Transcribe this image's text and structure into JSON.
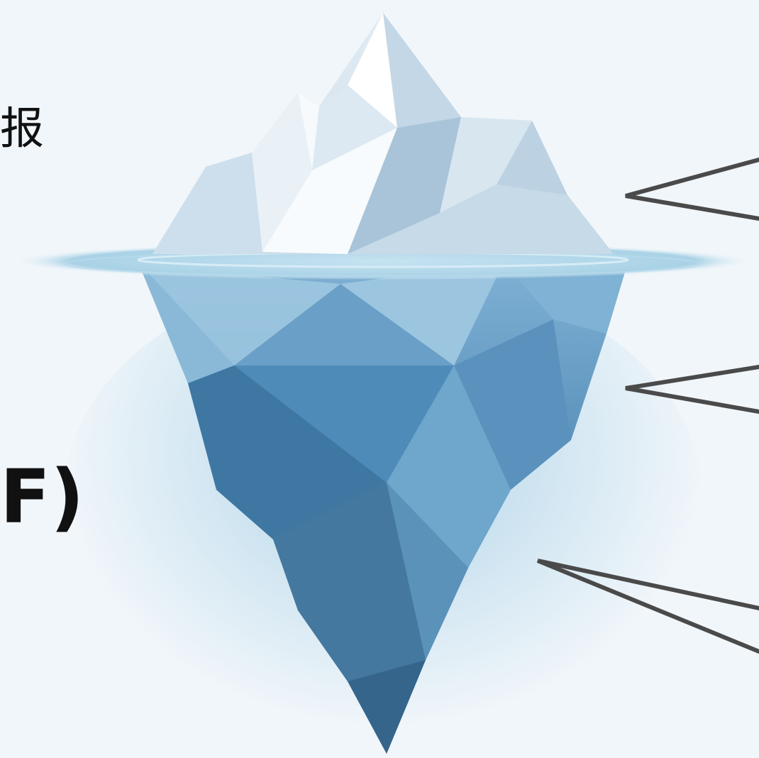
{
  "left_text": {
    "top_fragment": "报",
    "middle_fragment": "F)"
  },
  "colors": {
    "background": "#f1f6fa",
    "ice_above": "#cfe0ec",
    "ice_below": "#4f87b3",
    "water_line": "#8cc3dd",
    "callout_lines": "#4a4a4a"
  },
  "icons": [
    "iceberg-illustration",
    "water-ripple",
    "callout-pointer"
  ]
}
